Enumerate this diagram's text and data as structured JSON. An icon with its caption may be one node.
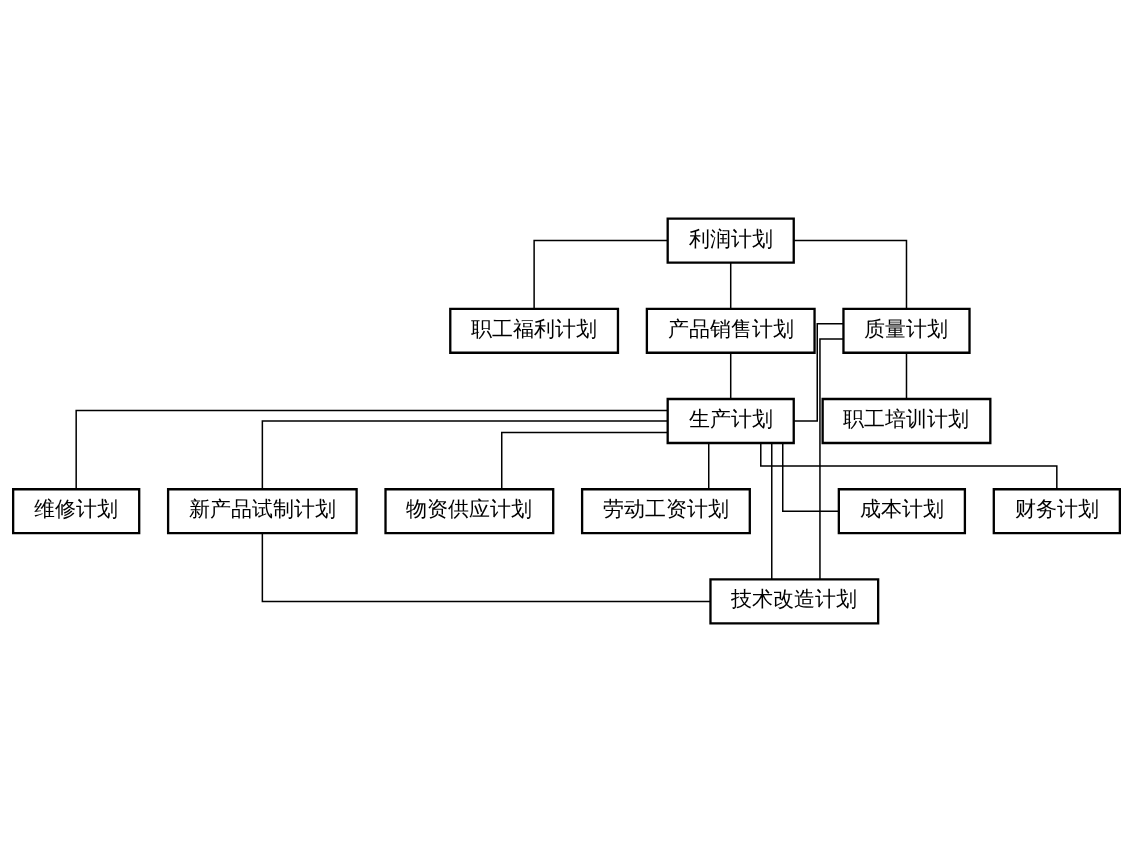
{
  "diagram": {
    "nodes": [
      {
        "text": [
          "利润计划"
        ]
      },
      {
        "text": [
          "职工福利计划"
        ]
      },
      {
        "text": [
          "产品销售计划"
        ]
      },
      {
        "text": [
          "质量计划"
        ]
      },
      {
        "text": [
          "生产计划"
        ]
      },
      {
        "text": [
          "职工培训计划"
        ]
      },
      {
        "text": [
          "维修计划"
        ]
      },
      {
        "text": [
          "新产品试制计划"
        ]
      },
      {
        "text": [
          "物资供应计划"
        ]
      },
      {
        "text": [
          "劳动工资计划"
        ]
      },
      {
        "text": [
          "技术改造计划"
        ]
      },
      {
        "text": [
          "成本计划"
        ]
      },
      {
        "text": [
          "财务计划"
        ]
      }
    ],
    "edges": [
      {
        "from": 0,
        "to": 1,
        "arrow": "none"
      },
      {
        "from": 0,
        "to": 2,
        "arrow": "none"
      },
      {
        "from": 0,
        "to": 3,
        "arrow": "none"
      },
      {
        "from": 2,
        "to": 4,
        "arrow": "none"
      },
      {
        "from": 3,
        "to": 4,
        "arrow": "none"
      },
      {
        "from": 3,
        "to": 5,
        "arrow": "none"
      },
      {
        "from": 3,
        "to": 10,
        "arrow": "none"
      },
      {
        "from": 4,
        "to": 6,
        "arrow": "none"
      },
      {
        "from": 4,
        "to": 7,
        "arrow": "none"
      },
      {
        "from": 4,
        "to": 8,
        "arrow": "none"
      },
      {
        "from": 4,
        "to": 11,
        "arrow": "none"
      },
      {
        "from": 4,
        "to": 9,
        "arrow": "none"
      },
      {
        "from": 4,
        "to": 12,
        "arrow": "none"
      },
      {
        "from": 4,
        "to": 10,
        "arrow": "none"
      },
      {
        "from": 7,
        "to": 10,
        "arrow": "none"
      }
    ]
  }
}
